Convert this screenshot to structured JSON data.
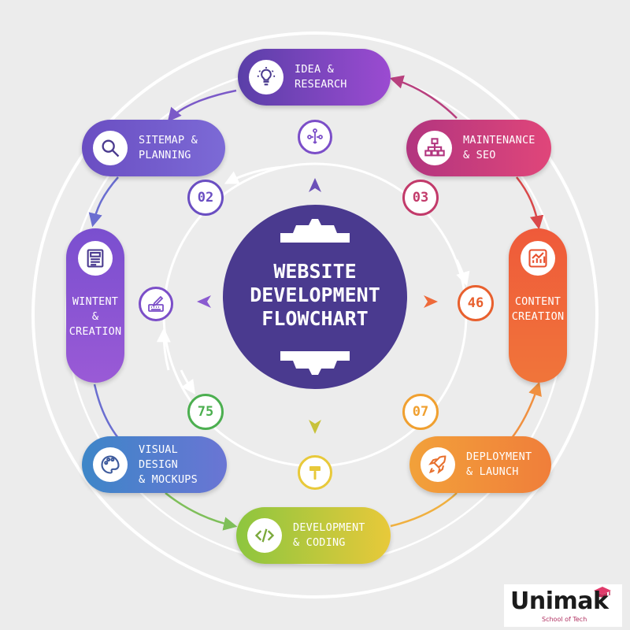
{
  "title": {
    "line1": "WEBSITE",
    "line2": "DEVELOPMENT",
    "line3": "FLOWCHART"
  },
  "stages": {
    "idea": {
      "label": "IDEA &\nRESEARCH",
      "color_start": "#5a3fa8",
      "color_end": "#9b4bd1",
      "icon": "lightbulb-icon"
    },
    "sitemap": {
      "label": "SITEMAP &\nPLANNING",
      "color_start": "#6a4ec2",
      "color_end": "#7c6ad6",
      "icon": "magnifier-icon"
    },
    "maintenance": {
      "label": "MAINTENANCE\n& SEO",
      "color_start": "#b2357f",
      "color_end": "#e0467a",
      "icon": "sitemap-icon"
    },
    "wintent": {
      "label": "WINTENT\n&\nCREATION",
      "color_start": "#7a4fcf",
      "color_end": "#9a5ad6",
      "icon": "document-icon"
    },
    "content": {
      "label": "CONTENT\nCREATION",
      "color_start": "#ef5a3a",
      "color_end": "#f0753a",
      "icon": "chart-icon"
    },
    "visual": {
      "label": "VISUAL DESIGN\n& MOCKUPS",
      "color_start": "#3d86c8",
      "color_end": "#6a75d4",
      "icon": "palette-icon"
    },
    "deployment": {
      "label": "DEPLOYMENT\n& LAUNCH",
      "color_start": "#f2a13a",
      "color_end": "#f07e3a",
      "icon": "rocket-icon"
    },
    "development": {
      "label": "DEVELOPMENT\n& CODING",
      "color_start": "#8cc63f",
      "color_end": "#e8c93a",
      "icon": "code-icon"
    }
  },
  "numbers": {
    "n02": {
      "text": "02",
      "color": "#6a4ec2"
    },
    "n03": {
      "text": "03",
      "color": "#c23a6a"
    },
    "n46": {
      "text": "46",
      "color": "#e8602e"
    },
    "n07": {
      "text": "07",
      "color": "#f0a030"
    },
    "n75": {
      "text": "75",
      "color": "#4caf50"
    }
  },
  "mini_icons": {
    "top": {
      "icon": "flow-icon",
      "color": "#7b4ec8"
    },
    "left": {
      "icon": "design-edit-icon",
      "color": "#7b4ec8"
    },
    "bottom": {
      "icon": "hammer-icon",
      "color": "#e8c93a"
    }
  },
  "colors": {
    "background": "#ececec",
    "hub": "#4a3a8f",
    "ring": "#ffffff"
  },
  "logo": {
    "name": "Unimak",
    "tagline": "School of Tech"
  }
}
